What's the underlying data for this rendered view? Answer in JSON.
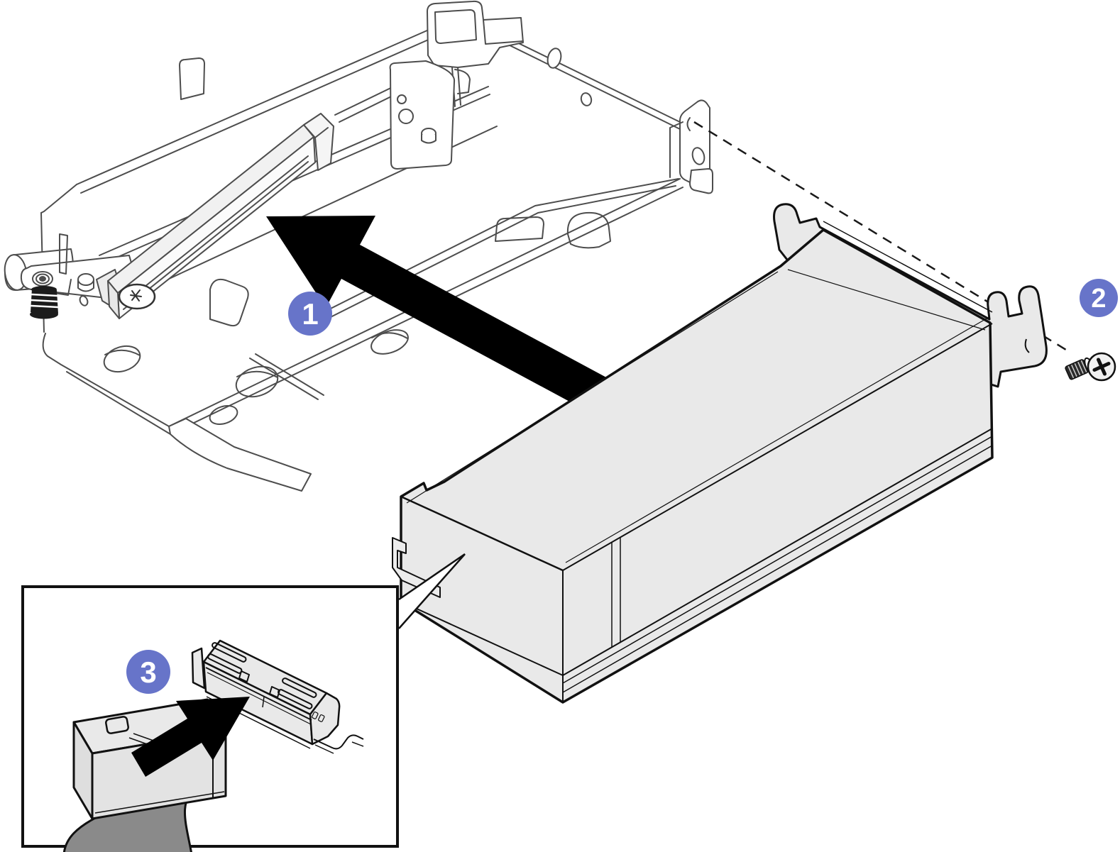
{
  "figure": {
    "kind": "hardware-installation-diagram",
    "parts": {
      "cage": "pcie-riser-cage",
      "slot": "riser-card-slot",
      "adapter": "low-profile-pcie-adapter",
      "bracket": "adapter-bracket",
      "screw": "bracket-screw",
      "insert_arrow": "insert-direction-arrow",
      "connect_arrow": "connect-direction-arrow",
      "guide_line": "alignment-dashed-line",
      "inset": "connector-detail-inset",
      "plug": "cable-plug",
      "receptacle": "card-connector"
    }
  },
  "callouts": [
    {
      "id": "step-1",
      "label": "1"
    },
    {
      "id": "step-2",
      "label": "2"
    },
    {
      "id": "step-3",
      "label": "3"
    }
  ],
  "colors": {
    "background": "#ffffff",
    "callout_fill": "#6774C9",
    "callout_text": "#ffffff",
    "outline_bold": "#111111",
    "outline_light": "#4d4d4d",
    "metal_fill": "#e9e9e9",
    "metal_fill_dark": "#e0e0e0",
    "slot_fill": "#f1f1f1",
    "cable_fill": "#8a8a8a",
    "spring_fill": "#1c1c1c"
  }
}
